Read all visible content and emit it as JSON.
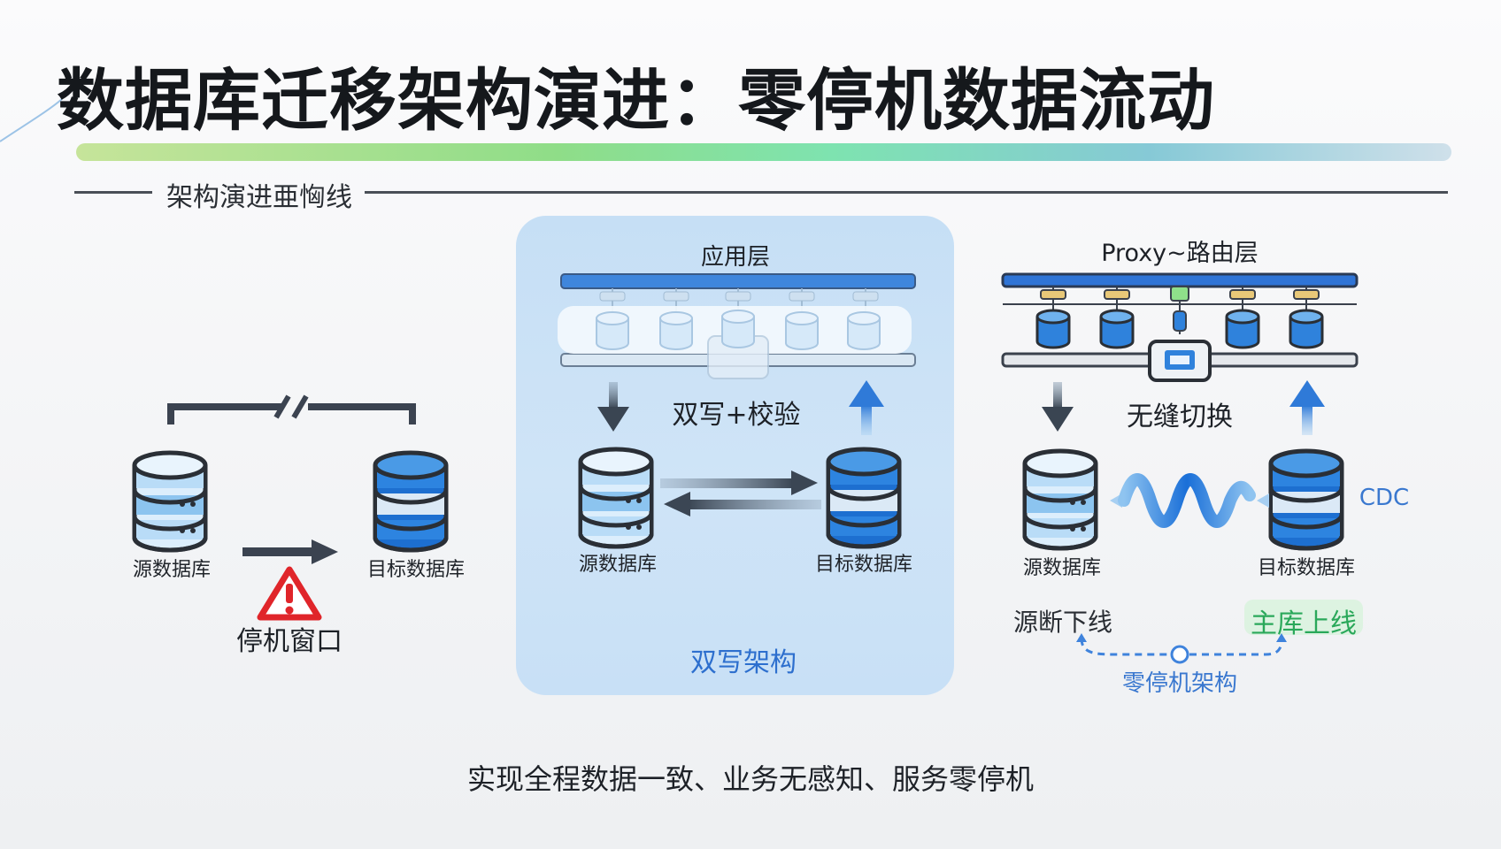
{
  "title": "数据库迁移架构演进：零停机数据流动",
  "subtitle": "架构演进亜恟线",
  "left_section": {
    "source_label": "源数据库",
    "target_label": "目标数据库",
    "downtime_label": "停机窗口"
  },
  "middle_section": {
    "layer_label": "应用层",
    "action_label": "双写+校验",
    "source_label": "源数据库",
    "target_label": "目标数据库",
    "architecture_label": "双写架构"
  },
  "right_section": {
    "layer_label": "Proxy~路由层",
    "action_label": "无缝切换",
    "source_label": "源数据库",
    "target_label": "目标数据库",
    "cdc_label": "CDC",
    "source_offline_label": "源断下线",
    "primary_online_label": "主库上线",
    "architecture_label": "零停机架构"
  },
  "footer": "实现全程数据一致、业务无感知、服务零停机",
  "colors": {
    "accent_blue": "#2f74d6",
    "light_blue_db": "#5aa3e0",
    "dark_gray": "#3e4550",
    "warning_red": "#e0252a",
    "online_green": "#2aa85a"
  }
}
